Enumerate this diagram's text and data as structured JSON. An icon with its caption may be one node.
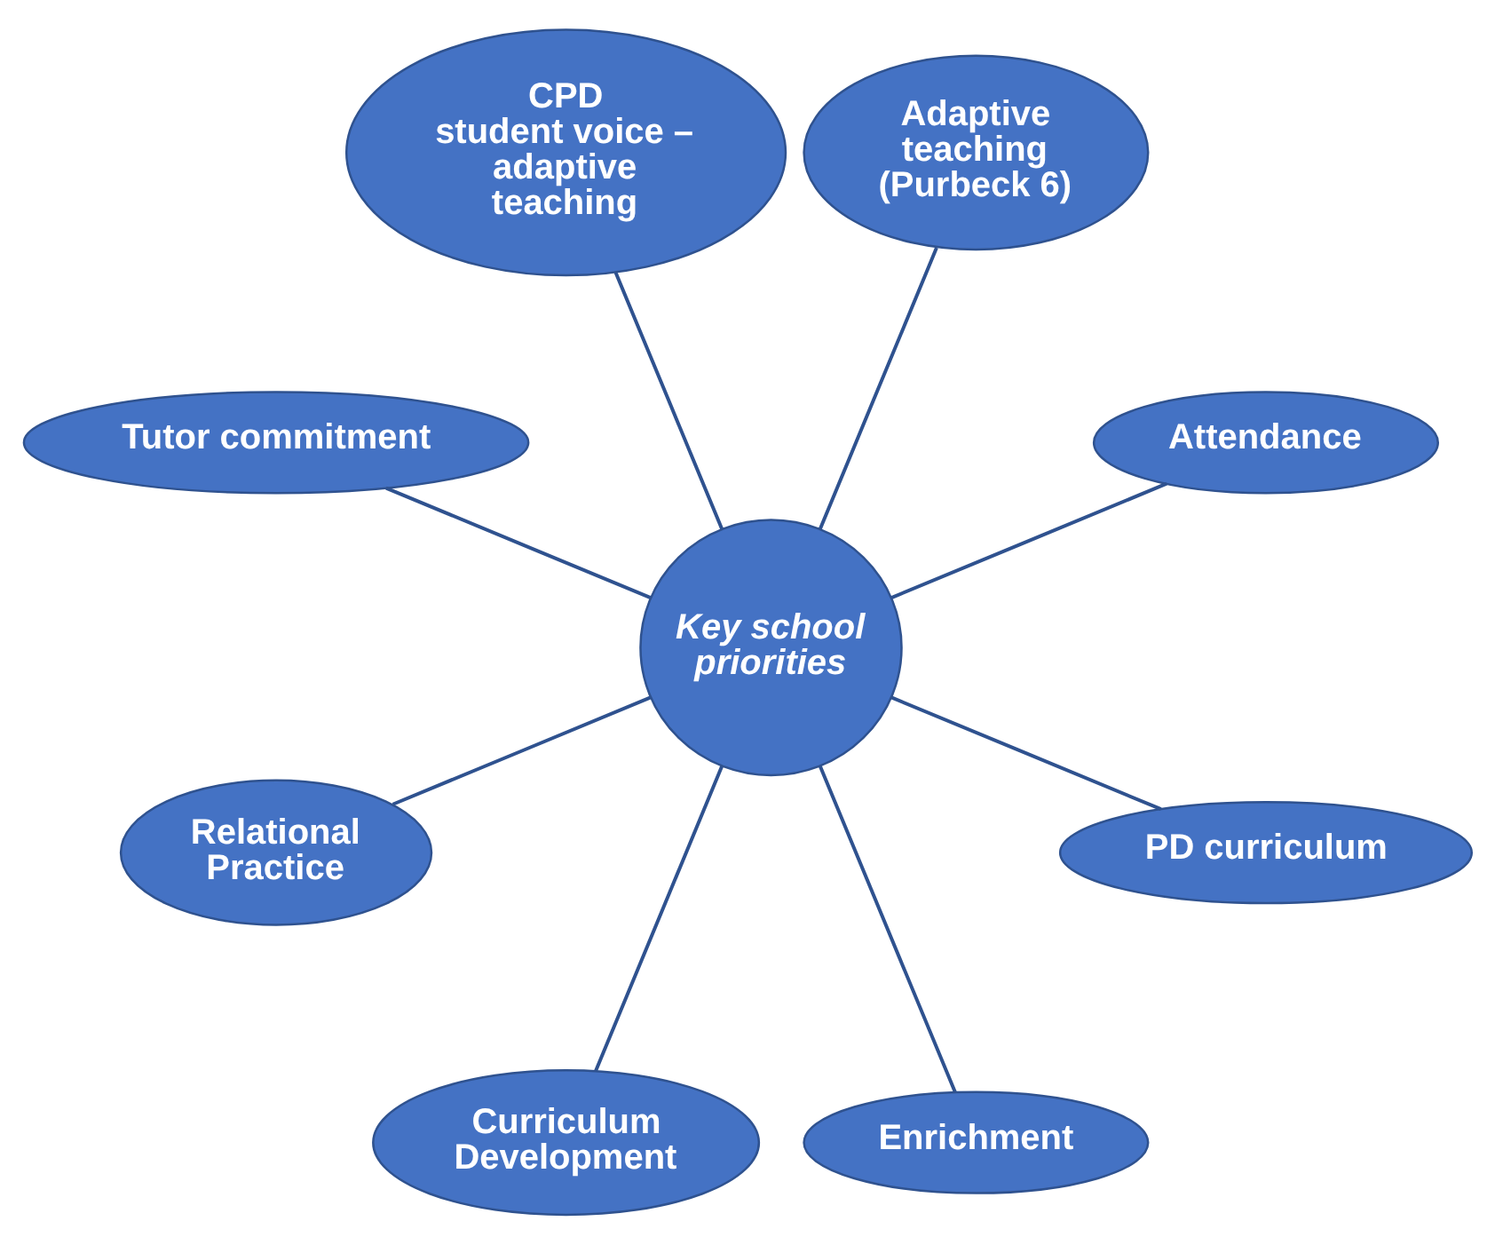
{
  "diagram": {
    "nodes": [
      {
        "text": [
          "Key school priorities"
        ]
      },
      {
        "text": [
          "Attendance"
        ]
      },
      {
        "text": [
          "Adaptive teaching",
          "(Purbeck 6)"
        ]
      },
      {
        "text": [
          "CPD",
          "student voice – adaptive teaching"
        ]
      },
      {
        "text": [
          "Tutor commitment"
        ]
      },
      {
        "text": [
          "Relational Practice"
        ]
      },
      {
        "text": [
          "Curriculum Development"
        ]
      },
      {
        "text": [
          "Enrichment"
        ]
      },
      {
        "text": [
          "PD curriculum"
        ]
      }
    ],
    "edges": [
      {
        "from": 0,
        "to": 1,
        "arrow": "none"
      },
      {
        "from": 0,
        "to": 2,
        "arrow": "none"
      },
      {
        "from": 0,
        "to": 3,
        "arrow": "none"
      },
      {
        "from": 0,
        "to": 4,
        "arrow": "none"
      },
      {
        "from": 0,
        "to": 5,
        "arrow": "none"
      },
      {
        "from": 0,
        "to": 6,
        "arrow": "none"
      },
      {
        "from": 0,
        "to": 7,
        "arrow": "none"
      },
      {
        "from": 0,
        "to": 8,
        "arrow": "none"
      }
    ]
  }
}
